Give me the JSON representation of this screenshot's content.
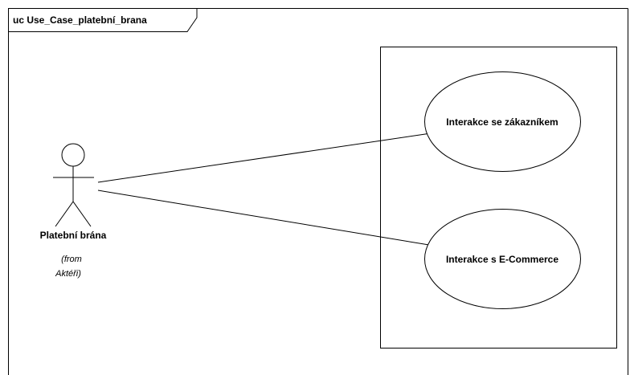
{
  "diagram": {
    "frame_title": "uc Use_Case_platební_brana",
    "actor": {
      "name": "Platební brána",
      "origin_line1": "(from",
      "origin_line2": "Aktéři)"
    },
    "use_cases": [
      {
        "label": "Interakce se zákazníkem"
      },
      {
        "label": "Interakce s E-Commerce"
      }
    ]
  },
  "colors": {
    "stroke": "#000000",
    "background": "#ffffff"
  }
}
